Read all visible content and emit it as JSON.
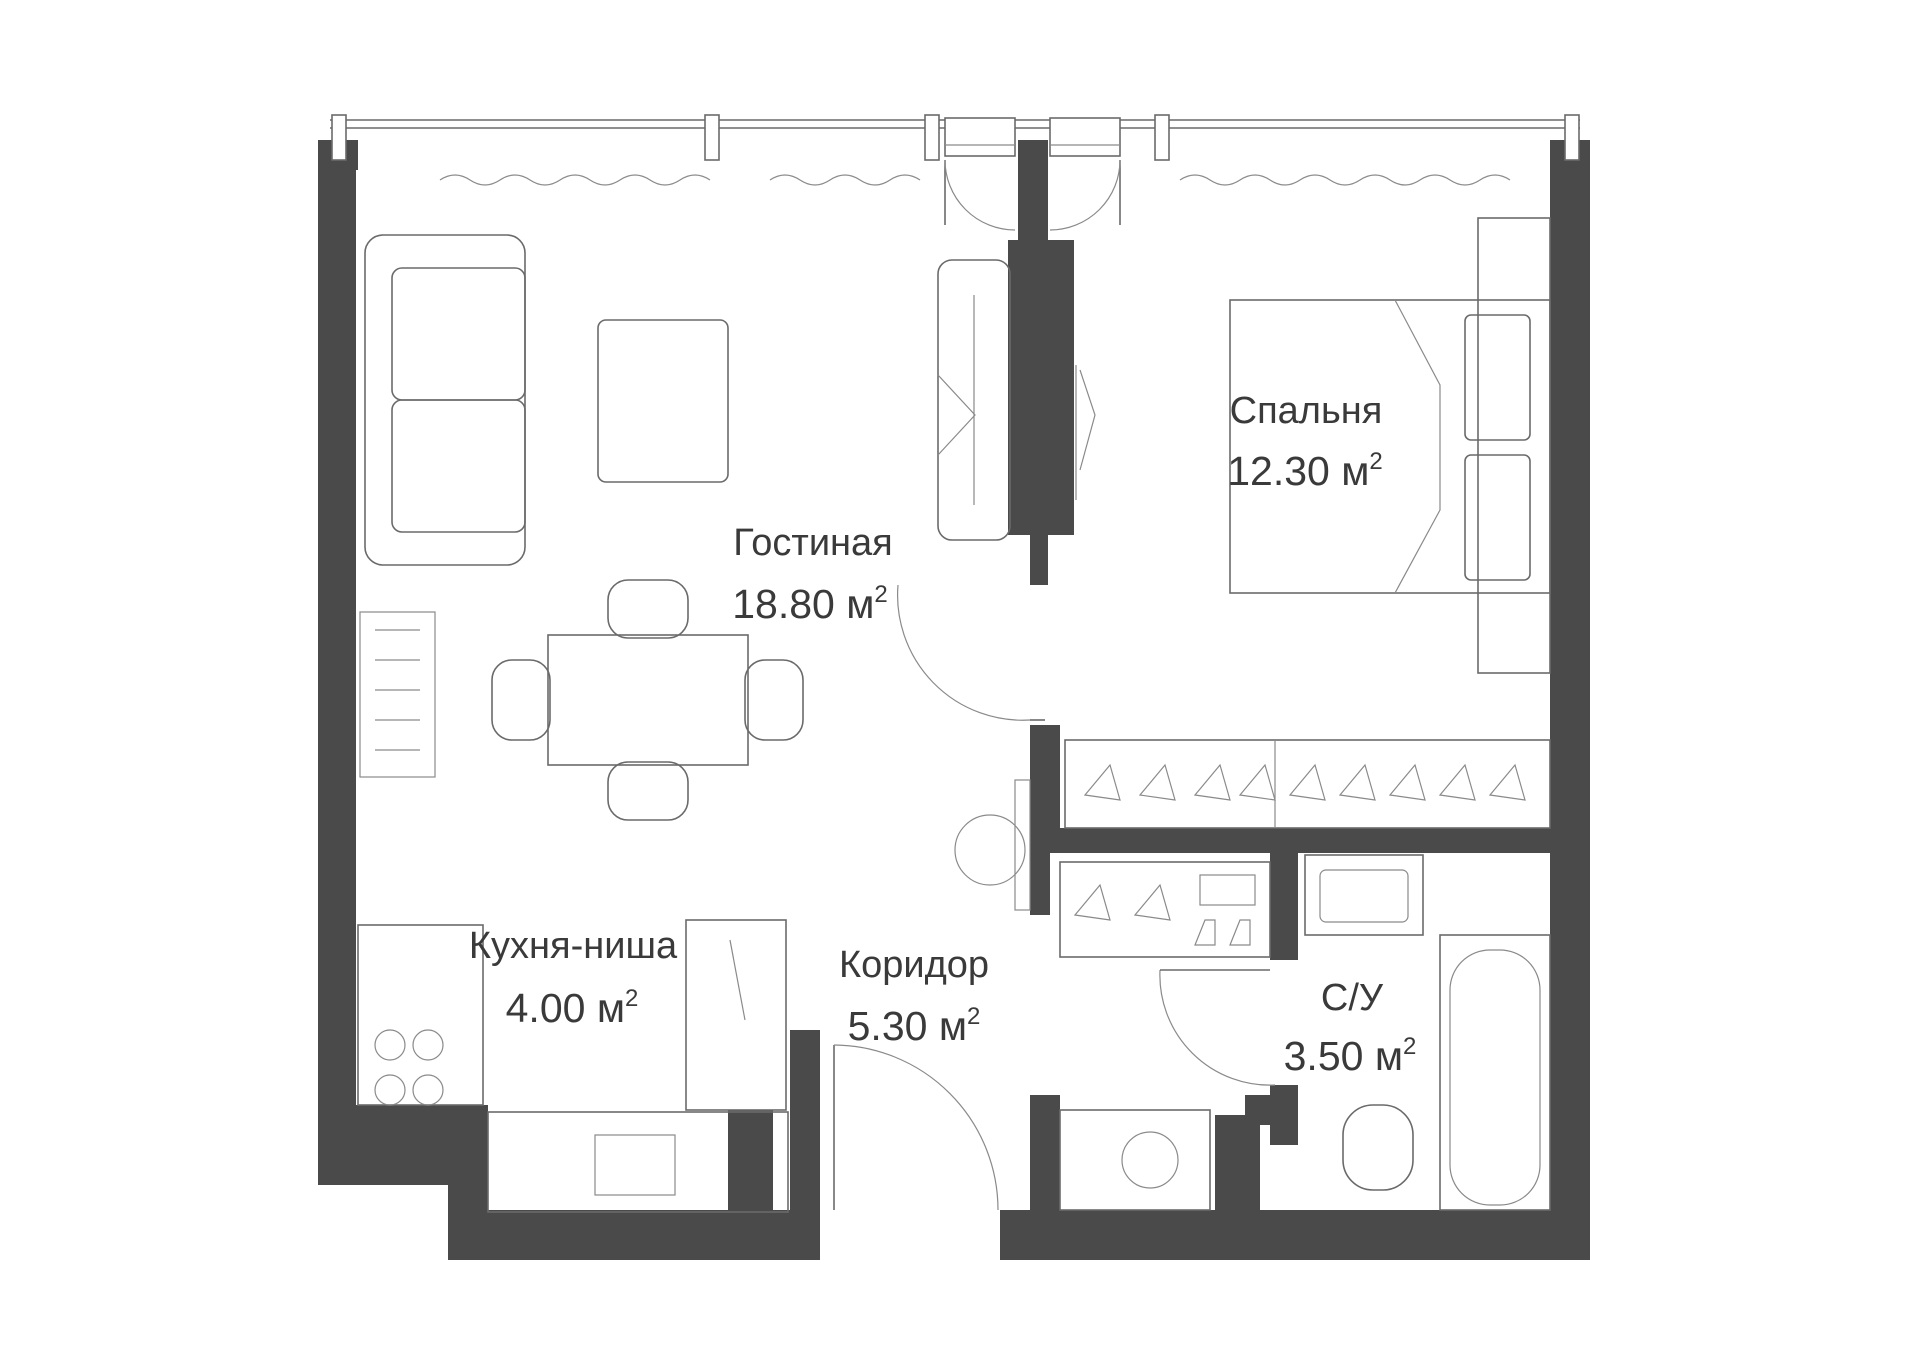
{
  "rooms": [
    {
      "id": "living",
      "name": "Гостиная",
      "area": "18.80 м",
      "sup": "2"
    },
    {
      "id": "bedroom",
      "name": "Спальня",
      "area": "12.30 м",
      "sup": "2"
    },
    {
      "id": "kitchen",
      "name": "Кухня-ниша",
      "area": "4.00 м",
      "sup": "2"
    },
    {
      "id": "corridor",
      "name": "Коридор",
      "area": "5.30 м",
      "sup": "2"
    },
    {
      "id": "bathroom",
      "name": "С/У",
      "area": "3.50 м",
      "sup": "2"
    }
  ],
  "colors": {
    "wall": "#4a4a4a",
    "line": "#6a6a6a",
    "text": "#3a3a3a",
    "background": "#ffffff"
  }
}
